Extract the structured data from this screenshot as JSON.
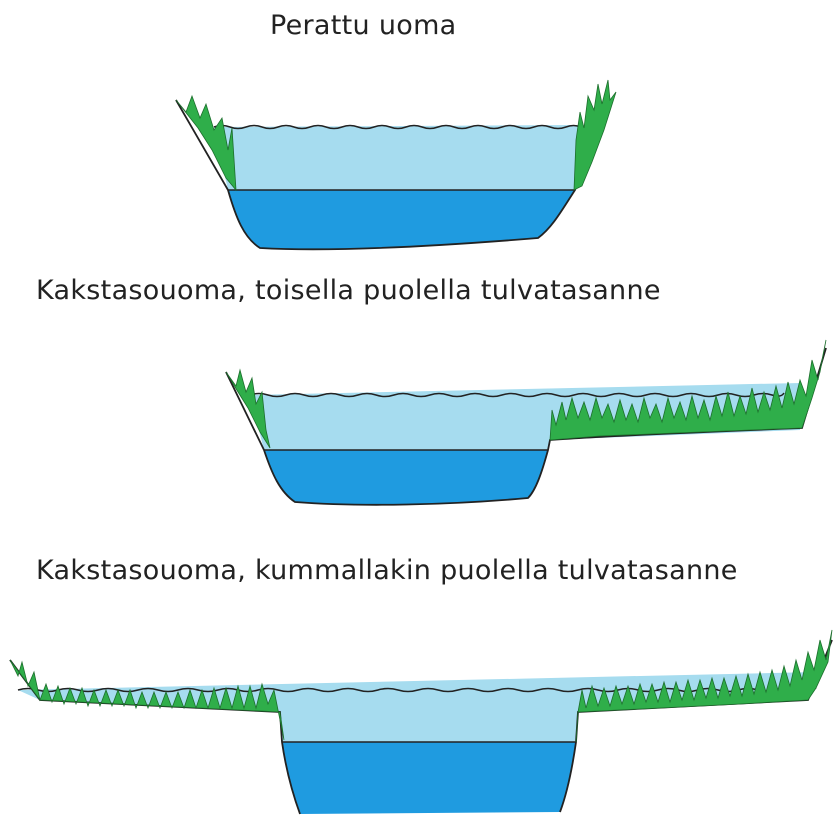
{
  "diagrams": [
    {
      "caption": "Perattu uoma"
    },
    {
      "caption": "Kakstasouoma, toisella puolella tulvatasanne"
    },
    {
      "caption": "Kakstasouoma, kummallakin puolella tulvatasanne"
    }
  ],
  "colors": {
    "flood_water": "#a6dcef",
    "low_water": "#1f9be0",
    "grass": "#2fae4a",
    "outline": "#222222"
  }
}
